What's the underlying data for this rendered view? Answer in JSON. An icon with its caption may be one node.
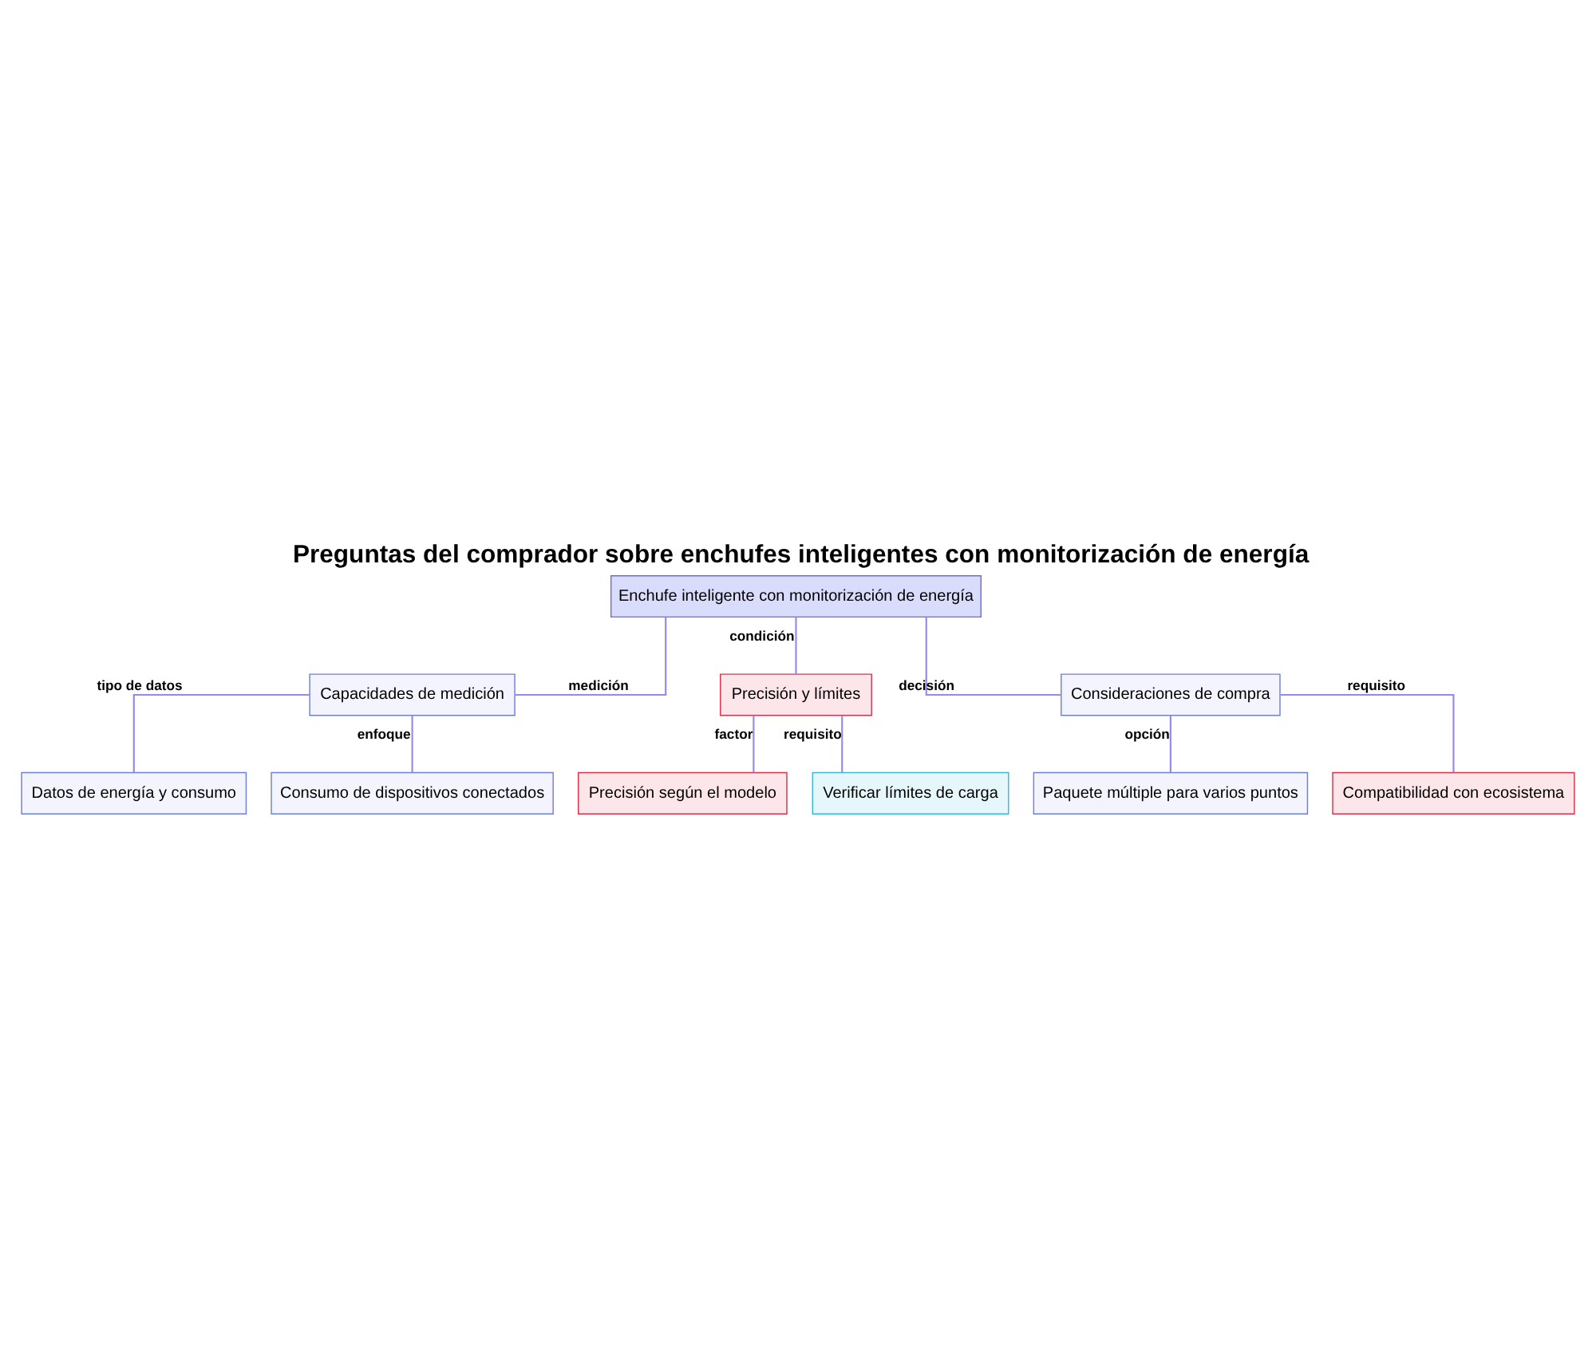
{
  "diagram": {
    "title": "Preguntas del comprador sobre enchufes inteligentes con monitorización de energía",
    "nodes": [
      {
        "text": [
          "Enchufe inteligente con monitorización de energía"
        ]
      },
      {
        "text": [
          "Capacidades de medición"
        ]
      },
      {
        "text": [
          "Precisión y límites"
        ]
      },
      {
        "text": [
          "Consideraciones de compra"
        ]
      },
      {
        "text": [
          "Datos de energía y consumo"
        ]
      },
      {
        "text": [
          "Consumo de dispositivos conectados"
        ]
      },
      {
        "text": [
          "Precisión según el modelo"
        ]
      },
      {
        "text": [
          "Verificar límites de carga"
        ]
      },
      {
        "text": [
          "Paquete múltiple para varios puntos"
        ]
      },
      {
        "text": [
          "Compatibilidad con ecosistema"
        ]
      }
    ],
    "edges": [
      {
        "from": 0,
        "to": 1,
        "arrow": "none",
        "label": "medición"
      },
      {
        "from": 0,
        "to": 2,
        "arrow": "none",
        "label": "condición"
      },
      {
        "from": 0,
        "to": 3,
        "arrow": "none",
        "label": "decisión"
      },
      {
        "from": 1,
        "to": 4,
        "arrow": "none",
        "label": "tipo de datos"
      },
      {
        "from": 1,
        "to": 5,
        "arrow": "none",
        "label": "enfoque"
      },
      {
        "from": 2,
        "to": 6,
        "arrow": "none",
        "label": "factor"
      },
      {
        "from": 2,
        "to": 7,
        "arrow": "none",
        "label": "requisito"
      },
      {
        "from": 3,
        "to": 8,
        "arrow": "none",
        "label": "opción"
      },
      {
        "from": 3,
        "to": 9,
        "arrow": "none",
        "label": "requisito"
      }
    ]
  }
}
